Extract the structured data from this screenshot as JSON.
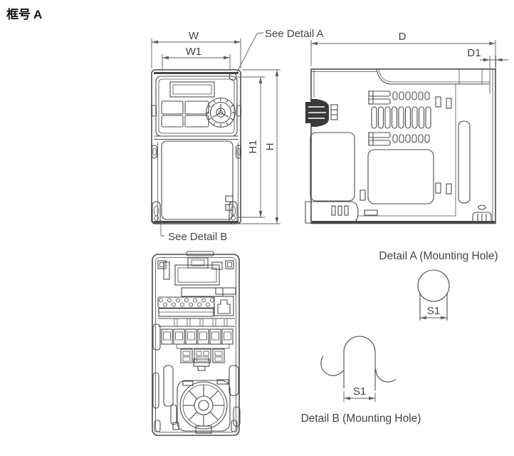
{
  "title": {
    "cjk": "框号",
    "frame": "A"
  },
  "labels": {
    "see_detail_a": "See Detail A",
    "see_detail_b": "See Detail B",
    "detail_a_caption": "Detail A (Mounting Hole)",
    "detail_b_caption": "Detail B (Mounting Hole)"
  },
  "dimensions": {
    "w": "W",
    "w1": "W1",
    "h": "H",
    "h1": "H1",
    "d": "D",
    "d1": "D1",
    "s1_detail_a": "S1",
    "s1_detail_b": "S1"
  },
  "colors": {
    "background": "#ffffff",
    "line": "#4b4b4b",
    "dimension_line": "#5f5f5f",
    "text": "#3f444b",
    "title_text": "#141414",
    "dark_fill": "#3a3a3a"
  }
}
